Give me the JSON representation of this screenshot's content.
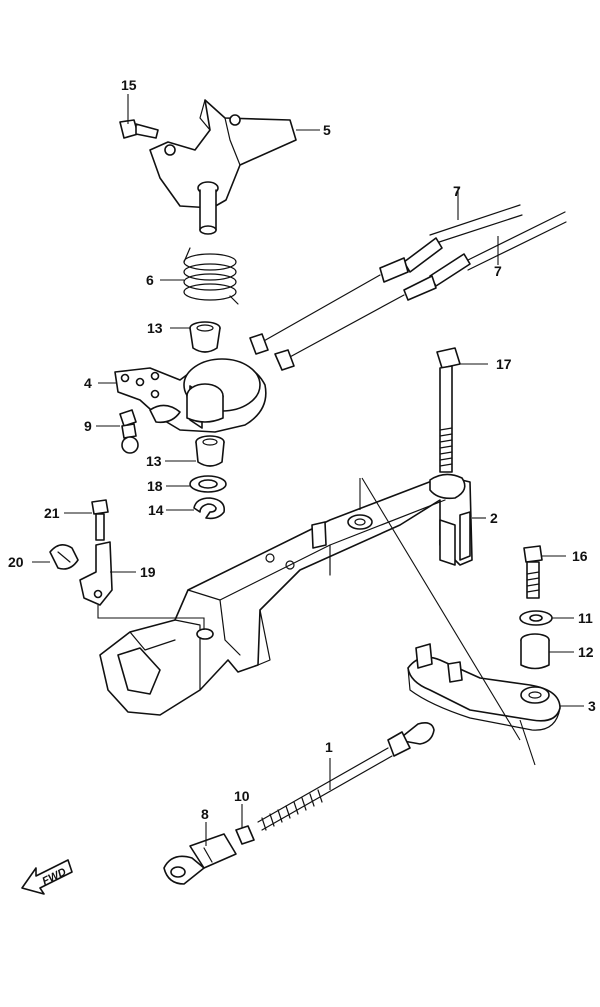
{
  "diagram": {
    "callouts": {
      "c1": "1",
      "c2": "2",
      "c3": "3",
      "c4": "4",
      "c5": "5",
      "c6": "6",
      "c7a": "7",
      "c7b": "7",
      "c8": "8",
      "c9": "9",
      "c10": "10",
      "c11": "11",
      "c12": "12",
      "c13a": "13",
      "c13b": "13",
      "c14": "14",
      "c15": "15",
      "c16": "16",
      "c17": "17",
      "c18": "18",
      "c19": "19",
      "c20": "20",
      "c21": "21"
    },
    "fwd_label": "FWD",
    "colors": {
      "line": "#111111",
      "background": "#ffffff"
    }
  }
}
